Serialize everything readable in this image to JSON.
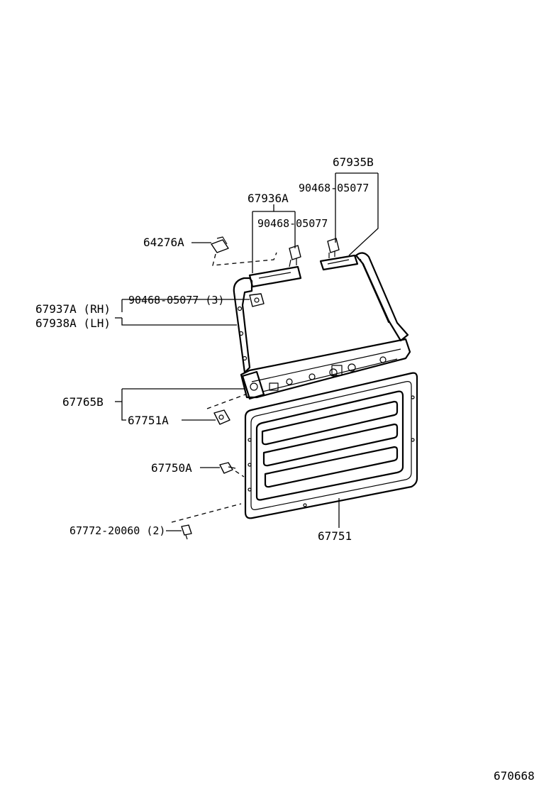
{
  "labels": {
    "p67935B": "67935B",
    "p90468_05077_right": "90468-05077",
    "p67936A": "67936A",
    "p90468_05077_left": "90468-05077",
    "p64276A": "64276A",
    "p90468_05077_3": "90468-05077 (3)",
    "p67937A": "67937A (RH)",
    "p67938A": "67938A (LH)",
    "p67765B": "67765B",
    "p67751A": "67751A",
    "p67750A": "67750A",
    "p67772_20060": "67772-20060 (2)",
    "p67751": "67751",
    "figure_code": "670668"
  }
}
